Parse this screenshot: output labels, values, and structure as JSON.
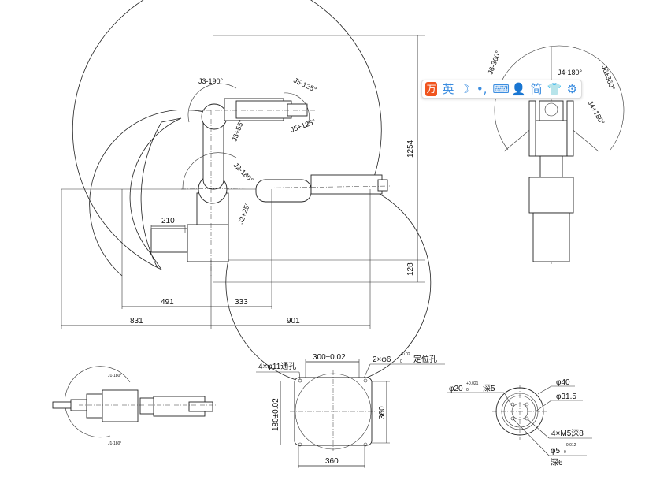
{
  "side_view": {
    "joint_labels": [
      "J3-190°",
      "J5-125°",
      "J5+125°",
      "J3+55°",
      "J2-180°",
      "J2+25°"
    ],
    "dims": {
      "height": "1254",
      "base": "128",
      "offset": "210",
      "reach_back": "491",
      "reach_front": "333",
      "total_back": "831",
      "total_front": "901"
    }
  },
  "front_view": {
    "joint_labels": [
      "J6±360°",
      "J4-180°",
      "J4+180°",
      "J6-360°"
    ]
  },
  "top_view": {
    "joint_labels": [
      "J1-180°",
      "J1-180°"
    ]
  },
  "base_view": {
    "holes": "4×φ11通孔",
    "pin_holes": "2×φ6",
    "pin_tol": "+0.02",
    "pin_tol_low": "0",
    "pin_suffix": "定位孔",
    "width_tol": "300±0.02",
    "depth_tol": "180±0.02",
    "height": "360",
    "width": "360"
  },
  "flange_view": {
    "bore": "φ20",
    "bore_tol": "+0.021",
    "bore_tol_low": "0",
    "bore_depth": "深5",
    "outer": "φ40",
    "pcd": "φ31.5",
    "threads": "4×M5深8",
    "pin": "φ5",
    "pin_tol": "+0.012",
    "pin_tol_low": "0",
    "pin_depth": "深6"
  },
  "ime_toolbar": {
    "logo": "万",
    "lang": "英",
    "moon": "☽",
    "punct": "•,",
    "keyboard": "⌨",
    "user": "👤",
    "simplified": "简",
    "skin": "👕",
    "settings": "⚙"
  }
}
